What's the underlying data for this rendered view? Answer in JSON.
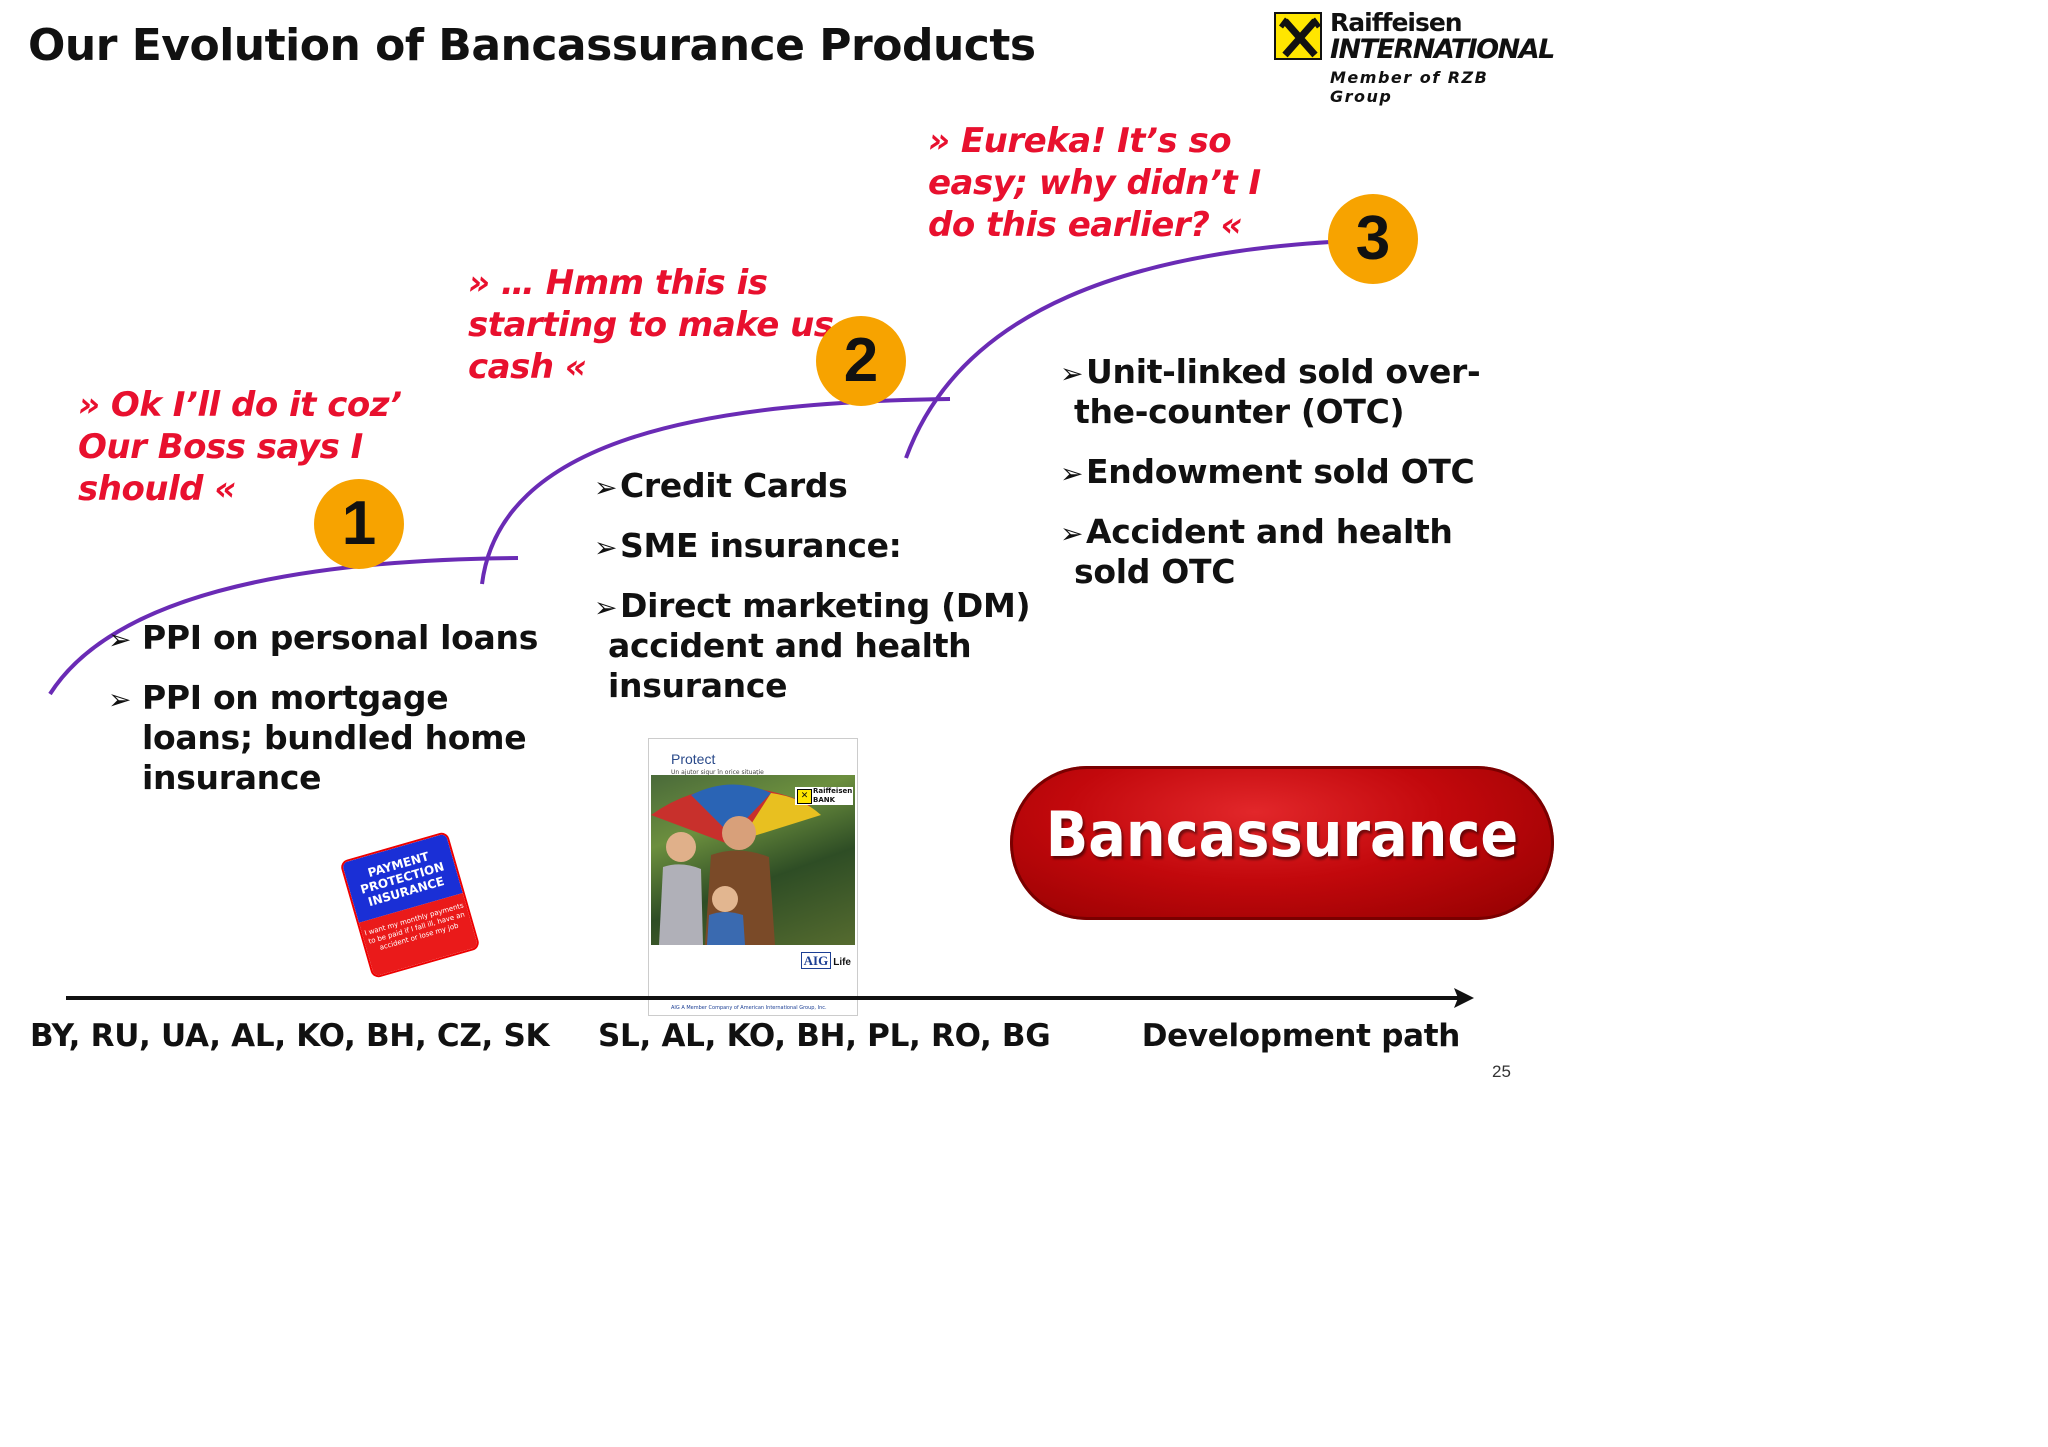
{
  "title": "Our Evolution of Bancassurance Products",
  "logo": {
    "line1": "Raiffeisen",
    "line2": "INTERNATIONAL",
    "line3": "Member of RZB Group",
    "color": "#ffe600"
  },
  "quotes": [
    {
      "lines": [
        "» Ok I’ll do it coz’",
        "Our Boss says I",
        "should «"
      ]
    },
    {
      "lines": [
        "» … Hmm this is",
        "starting to make us",
        "cash «"
      ]
    },
    {
      "lines": [
        "» Eureka! It’s so",
        "easy; why didn’t I",
        "do this earlier? «"
      ]
    }
  ],
  "steps": [
    "1",
    "2",
    "3"
  ],
  "stage1_bullets": [
    {
      "lines": [
        "PPI on personal loans"
      ]
    },
    {
      "lines": [
        "PPI on mortgage",
        "loans; bundled home",
        "insurance"
      ]
    }
  ],
  "stage2_bullets": [
    {
      "lines": [
        "Credit Cards"
      ]
    },
    {
      "lines": [
        "SME insurance:"
      ]
    },
    {
      "lines": [
        "Direct marketing (DM)",
        "accident and health",
        "insurance"
      ]
    }
  ],
  "stage3_bullets": [
    {
      "lines": [
        "Unit-linked sold over-",
        "the-counter (OTC)"
      ]
    },
    {
      "lines": [
        "Endowment sold OTC"
      ]
    },
    {
      "lines": [
        "Accident and health",
        "sold OTC"
      ]
    }
  ],
  "ppi_card": {
    "heading": "PAYMENT PROTECTION INSURANCE",
    "text": "I want my monthly payments to be paid if I fall ill, have an accident or lose my job"
  },
  "brochure": {
    "title": "Protect",
    "subtitle": "Un ajutor sigur în orice situaţie",
    "bank_label": "Raiffeisen BANK",
    "aig_label": "AIG",
    "life_label": "Life",
    "footer": "AIG A Member Company of American International Group, Inc."
  },
  "bancassurance_label": "Bancassurance",
  "bottom": {
    "region_1": "BY, RU, UA, AL, KO, BH, CZ, SK",
    "region_2": "SL, AL, KO, BH, PL, RO, BG",
    "axis_label": "Development path"
  },
  "page_number": "25",
  "colors": {
    "quote_red": "#e8102e",
    "curve_purple": "#6a2bb5",
    "step_orange": "#f7a300",
    "pill_red": "#c2080c"
  }
}
